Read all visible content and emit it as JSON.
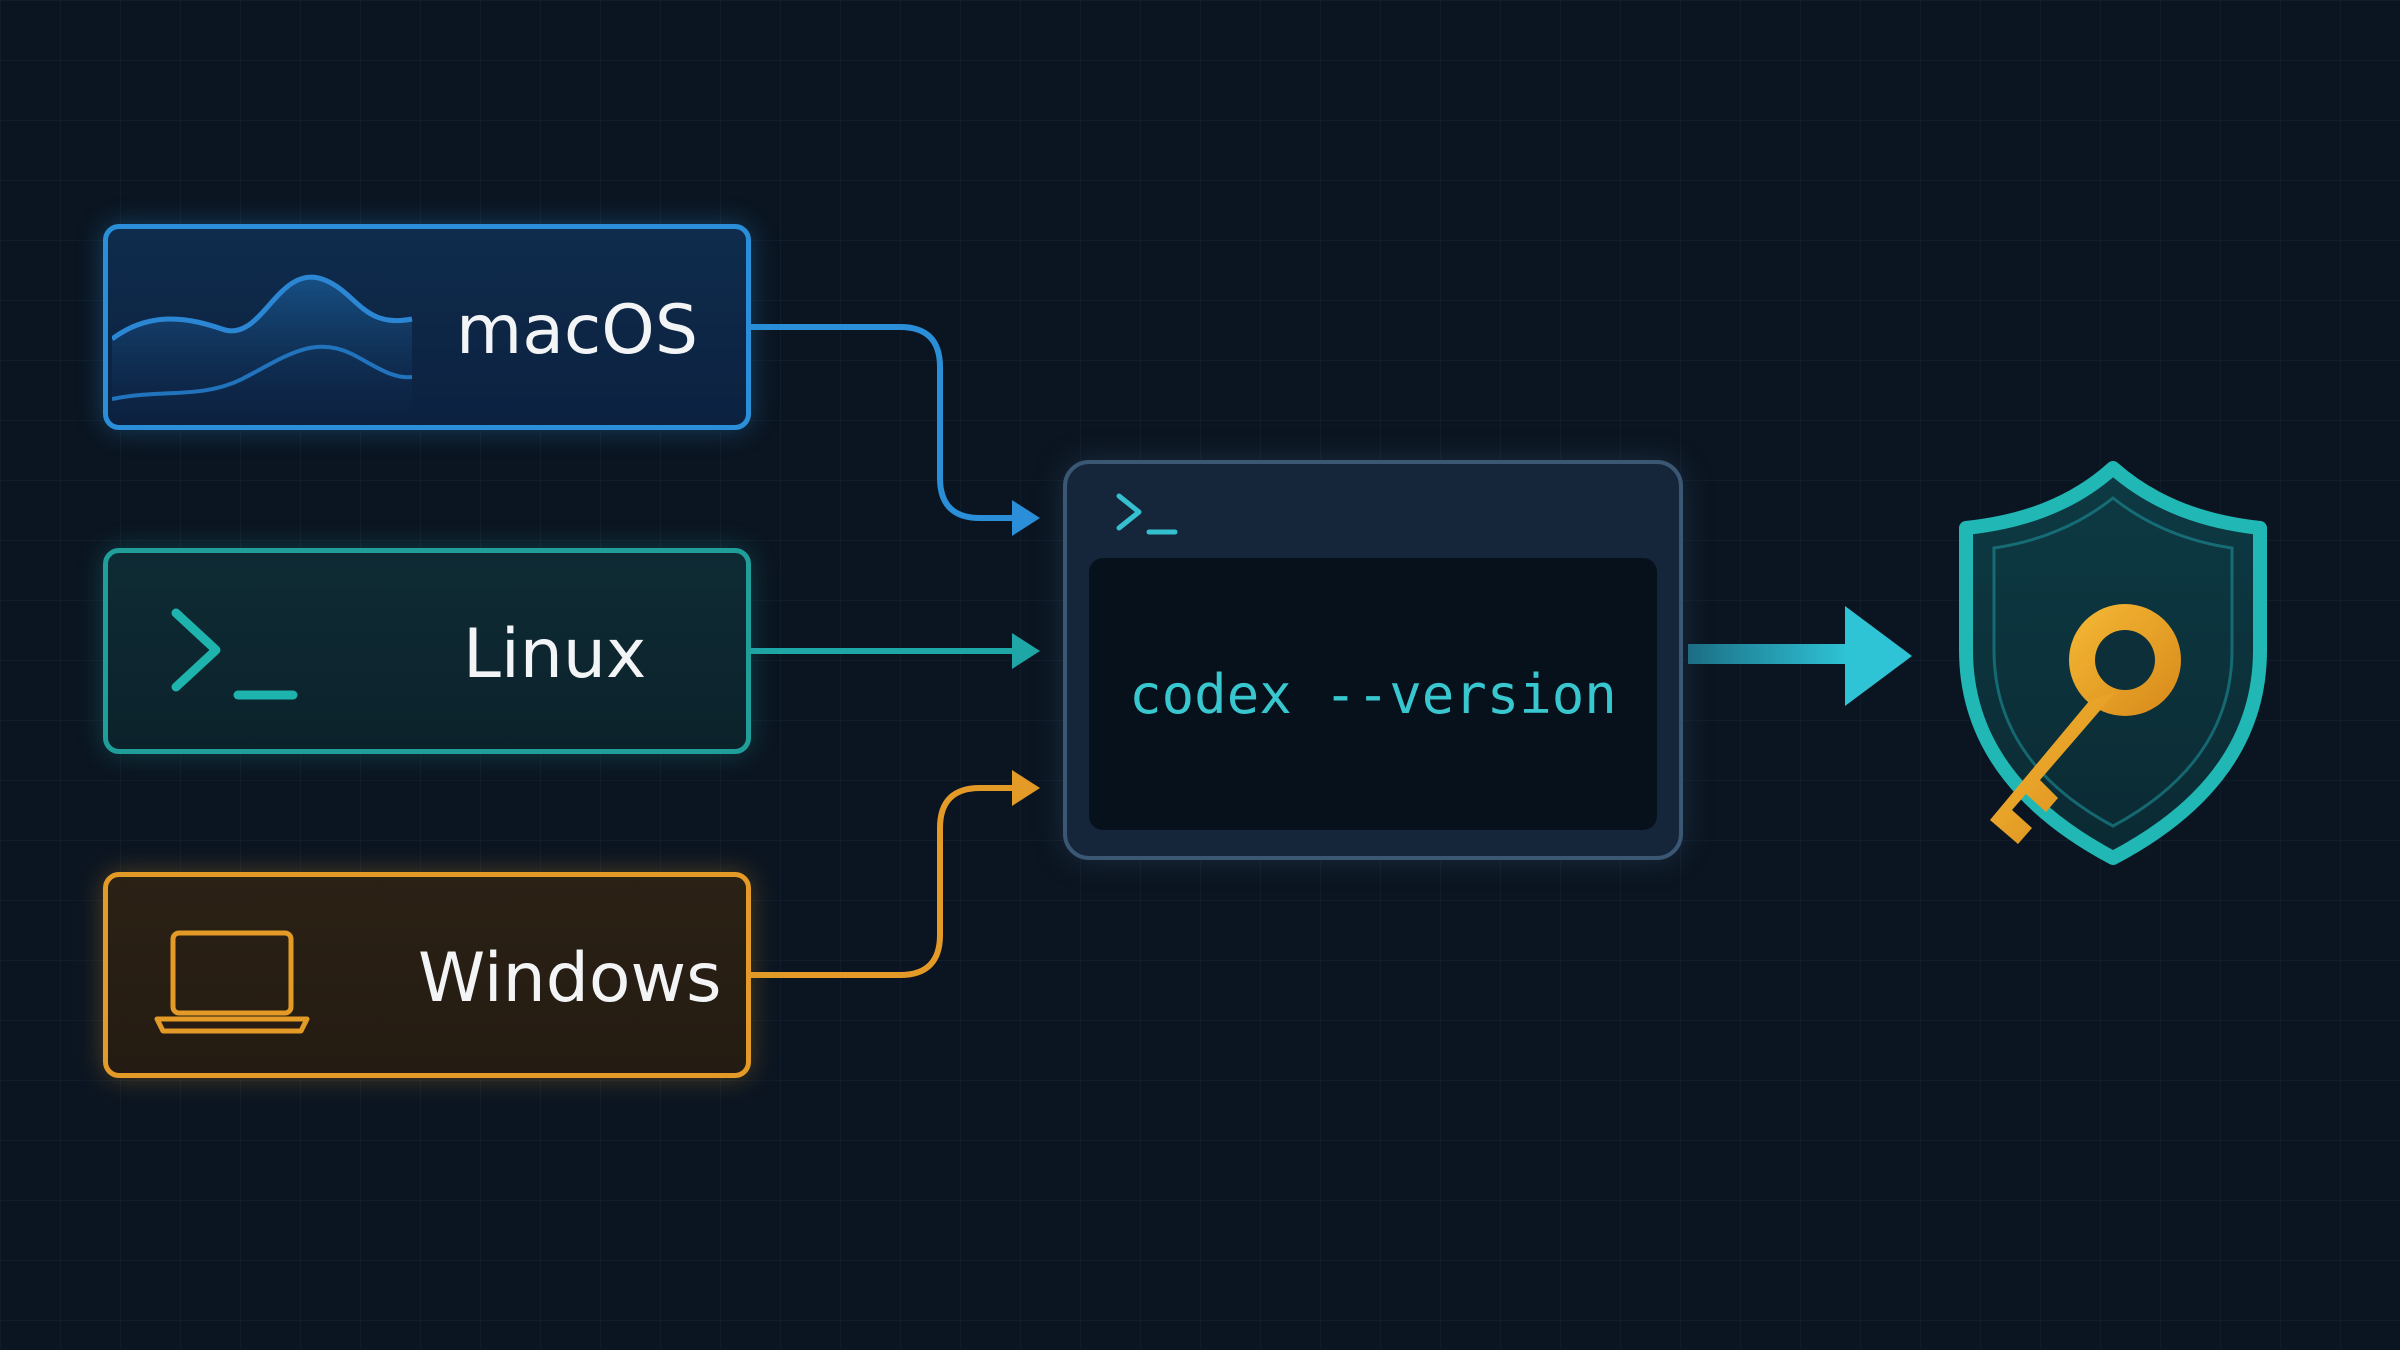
{
  "platforms": [
    {
      "label": "macOS",
      "icon": "wave-icon",
      "color": "#2a8fd8"
    },
    {
      "label": "Linux",
      "icon": "terminal-prompt-icon",
      "color": "#1f9e9a"
    },
    {
      "label": "Windows",
      "icon": "laptop-icon",
      "color": "#e39a27"
    }
  ],
  "terminal": {
    "icon": "terminal-prompt-icon",
    "command": "codex --version"
  },
  "result": {
    "icon": "shield-key-icon",
    "colors": {
      "shield": "#20b7b4",
      "key": "#f0a825"
    }
  }
}
